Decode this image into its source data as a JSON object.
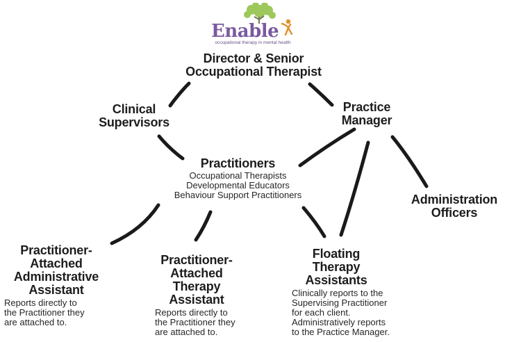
{
  "logo": {
    "word": "Enable",
    "tagline": "occupational therapy in mental health",
    "colors": {
      "text": "#7b5a9e",
      "leaf": "#8cbf3f",
      "figure": "#e0902a",
      "trunk": "#6f7a4e"
    }
  },
  "nodes": {
    "director": {
      "title_lines": [
        "Director & Senior",
        "Occupational Therapist"
      ]
    },
    "clinical_supervisors": {
      "title_lines": [
        "Clinical",
        "Supervisors"
      ]
    },
    "practice_manager": {
      "title_lines": [
        "Practice",
        "Manager"
      ]
    },
    "practitioners": {
      "title": "Practitioners",
      "roles": [
        "Occupational Therapists",
        "Developmental Educators",
        "Behaviour Support Practitioners"
      ]
    },
    "administration_officers": {
      "title_lines": [
        "Administration",
        "Officers"
      ]
    },
    "practitioner_attached_admin": {
      "title_lines": [
        "Practitioner-",
        "Attached",
        "Administrative",
        "Assistant"
      ],
      "desc_lines": [
        "Reports directly to",
        "the Practitioner they",
        "are attached to."
      ]
    },
    "practitioner_attached_therapy": {
      "title_lines": [
        "Practitioner-",
        "Attached",
        "Therapy",
        "Assistant"
      ],
      "desc_lines": [
        "Reports directly to",
        "the Practitioner they",
        "are attached to."
      ]
    },
    "floating_therapy": {
      "title_lines": [
        "Floating",
        "Therapy",
        "Assistants"
      ],
      "desc_lines": [
        "Clinically reports to the",
        "Supervising Practitioner",
        "for each client.",
        "Administratively reports",
        "to the Practice Manager."
      ]
    }
  },
  "line_color": "#1a1a1a"
}
